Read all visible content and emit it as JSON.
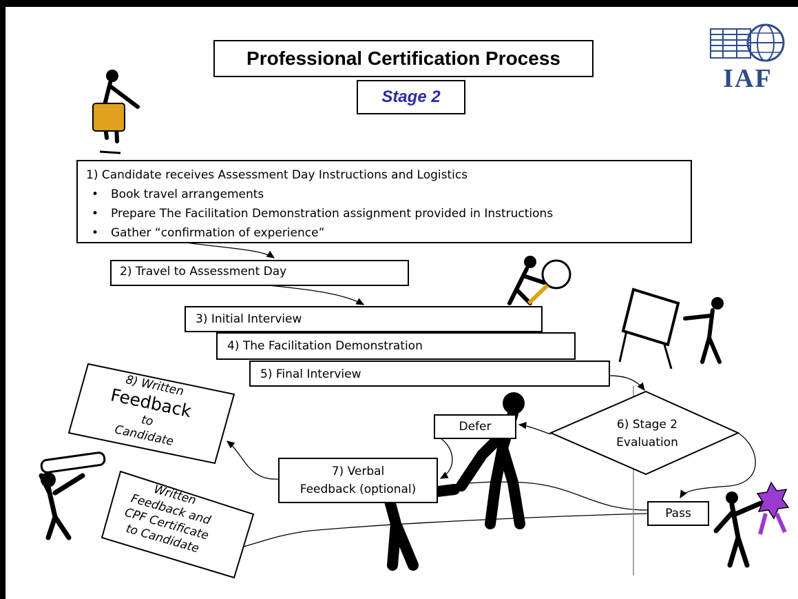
{
  "title": "Professional Certification Process",
  "stage": "Stage 2",
  "logo": {
    "text": "IAF",
    "color": "#2e4a8e"
  },
  "steps": {
    "step1": {
      "heading": "1)  Candidate receives Assessment Day Instructions and Logistics",
      "bullets": [
        "Book travel arrangements",
        "Prepare The Facilitation Demonstration  assignment provided in Instructions",
        "Gather “confirmation of experience”"
      ]
    },
    "step2": "2) Travel to Assessment Day",
    "step3": "3)  Initial Interview",
    "step4": "4)  The Facilitation Demonstration",
    "step5": "5)  Final Interview",
    "step6": [
      "6)  Stage 2",
      "Evaluation"
    ],
    "defer": "Defer",
    "pass": "Pass",
    "step7": [
      "7)  Verbal",
      "Feedback (optional)"
    ],
    "step8": [
      "8)  Written",
      "Feedback",
      "to",
      "Candidate"
    ],
    "written_cpf": [
      "Written",
      "Feedback and",
      "CPF Certificate",
      "to Candidate"
    ]
  },
  "colors": {
    "stage_text": "#2a2aa6",
    "suitcase": "#e0a020",
    "ribbon": "#9a3ad0"
  },
  "icons": [
    "suitcase-figure-icon",
    "magnifier-figure-icon",
    "easel-figure-icon",
    "scroll-figure-icon",
    "handshake-figure-icon",
    "ribbon-figure-icon",
    "iaf-globe-icon"
  ]
}
